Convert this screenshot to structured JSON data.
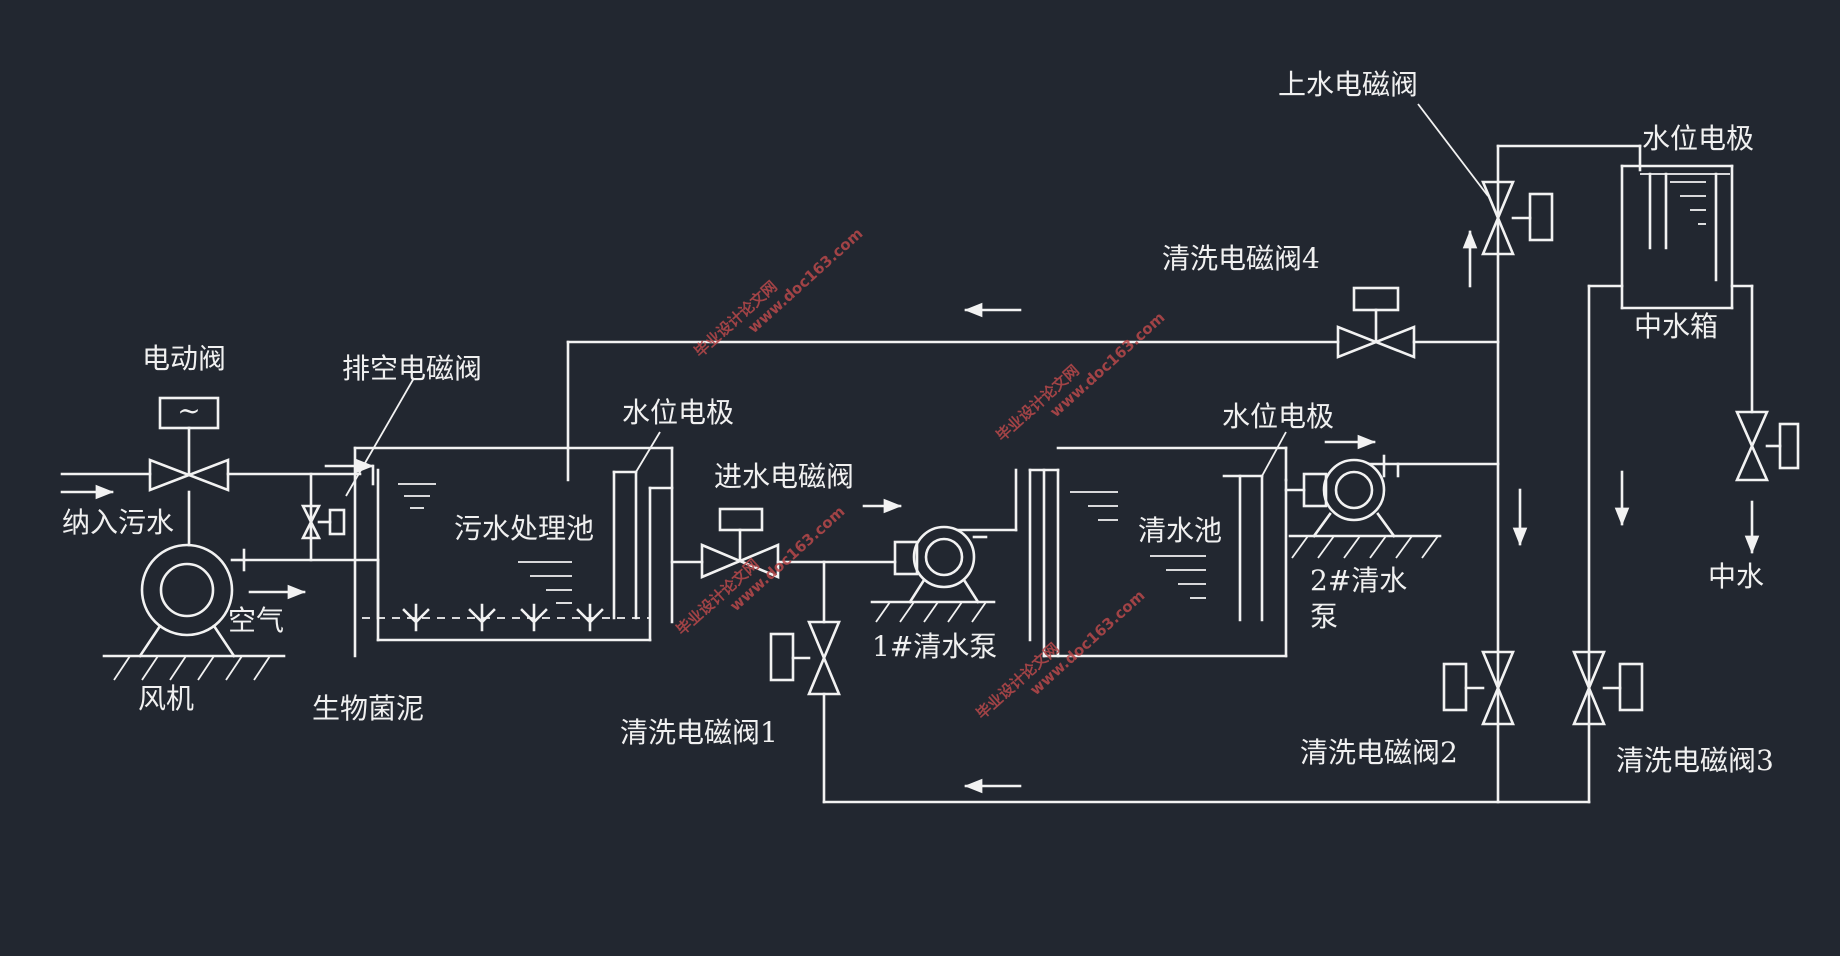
{
  "labels": {
    "electric_valve": "电动阀",
    "drain_valve": "排空电磁阀",
    "inflow_sewage": "纳入污水",
    "blower": "风机",
    "air": "空气",
    "bio_sludge": "生物菌泥",
    "sewage_pool": "污水处理池",
    "level_electrode_1": "水位电极",
    "inlet_valve": "进水电磁阀",
    "pump1": "1#清水泵",
    "clean_pool": "清水池",
    "level_electrode_2": "水位电极",
    "pump2_line1": "2#清水",
    "pump2_line2": "泵",
    "wash_valve_1": "清洗电磁阀1",
    "wash_valve_2": "清洗电磁阀2",
    "wash_valve_3": "清洗电磁阀3",
    "wash_valve_4": "清洗电磁阀4",
    "top_water_valve": "上水电磁阀",
    "level_electrode_3": "水位电极",
    "mid_water_tank": "中水箱",
    "mid_water": "中水"
  },
  "watermark": {
    "line1": "毕业设计论文网",
    "line2": "www.doc163.com"
  },
  "colors": {
    "background": "#222730",
    "line": "#f2f2f2",
    "watermark": "#b8484a"
  }
}
